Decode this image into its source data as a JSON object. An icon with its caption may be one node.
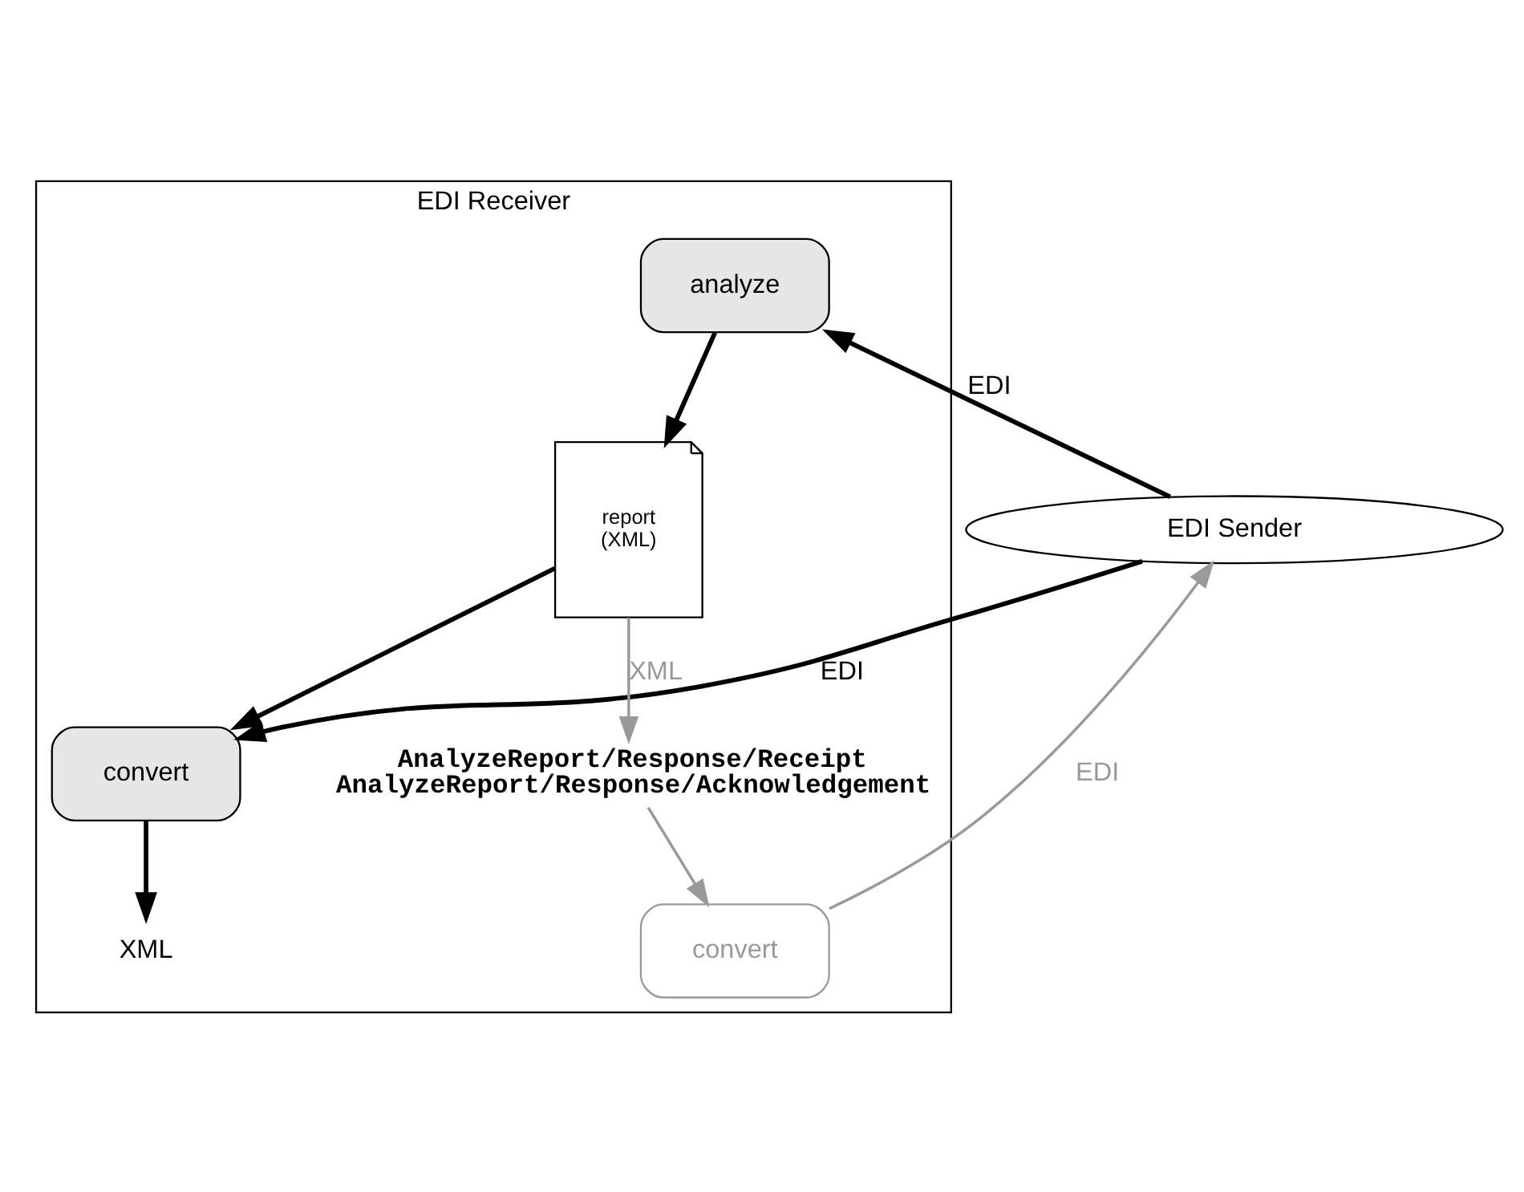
{
  "diagram": {
    "nodes": [
      {
        "text": [
          "EDI Sender"
        ]
      },
      {
        "text": [
          "EDI Receiver"
        ]
      },
      {
        "text": [
          "analyze"
        ],
        "in": 1
      },
      {
        "text": [
          "convert"
        ],
        "in": 1
      },
      {
        "text": [
          "report",
          "(XML)"
        ],
        "in": 1
      },
      {
        "text": [
          "convert"
        ],
        "in": 1
      },
      {
        "text": [
          "XML"
        ],
        "in": 1
      },
      {
        "text": [
          "AnalyzeReport/Response/Receipt",
          "AnalyzeReport/Response/Acknowledgement"
        ],
        "in": 1
      }
    ],
    "edges": [
      {
        "from": 0,
        "to": 2,
        "arrow": "to",
        "label": "EDI"
      },
      {
        "from": 0,
        "to": 3,
        "arrow": "to",
        "label": "EDI"
      },
      {
        "from": 2,
        "to": 4,
        "arrow": "to"
      },
      {
        "from": 4,
        "to": 3,
        "arrow": "to"
      },
      {
        "from": 3,
        "to": 6,
        "arrow": "to"
      },
      {
        "from": 4,
        "to": 7,
        "arrow": "to",
        "label": "XML",
        "color": "#999999"
      },
      {
        "from": 7,
        "to": 5,
        "arrow": "to",
        "color": "#999999"
      },
      {
        "from": 5,
        "to": 0,
        "arrow": "to",
        "label": "EDI",
        "color": "#999999"
      }
    ]
  }
}
